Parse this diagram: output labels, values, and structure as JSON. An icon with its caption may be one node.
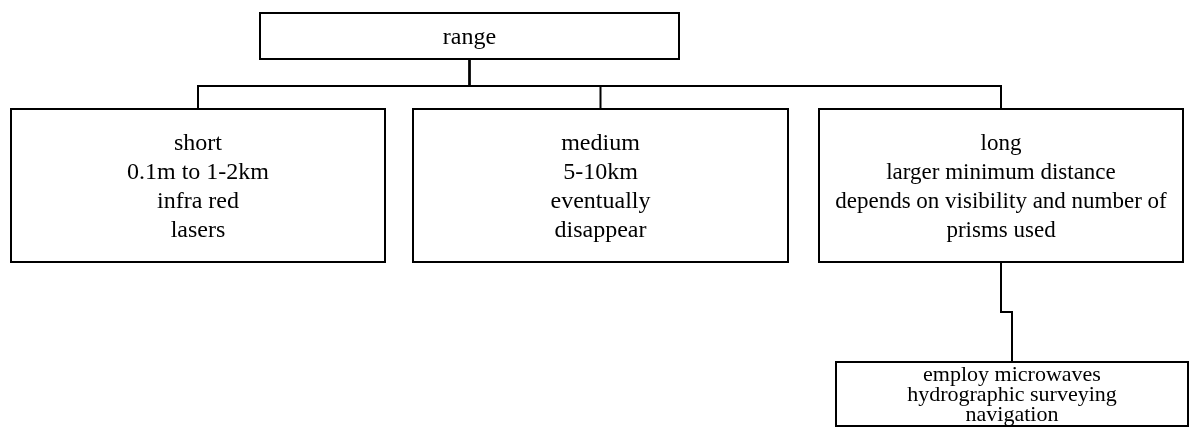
{
  "diagram": {
    "nodes": [
      {
        "text": [
          "range"
        ]
      },
      {
        "text": [
          "short",
          "0.1m to 1-2km",
          "infra red",
          "lasers"
        ]
      },
      {
        "text": [
          "medium",
          "5-10km",
          "eventually",
          "disappear"
        ]
      },
      {
        "text": [
          "long",
          "larger minimum distance",
          "depends on visibility and number of prisms used"
        ]
      },
      {
        "text": [
          "employ microwaves",
          "hydrographic surveying",
          "navigation"
        ]
      }
    ],
    "edges": [
      {
        "from": 0,
        "to": 1,
        "arrow": "none"
      },
      {
        "from": 0,
        "to": 2,
        "arrow": "none"
      },
      {
        "from": 0,
        "to": 3,
        "arrow": "none"
      },
      {
        "from": 3,
        "to": 4,
        "arrow": "none"
      }
    ]
  }
}
